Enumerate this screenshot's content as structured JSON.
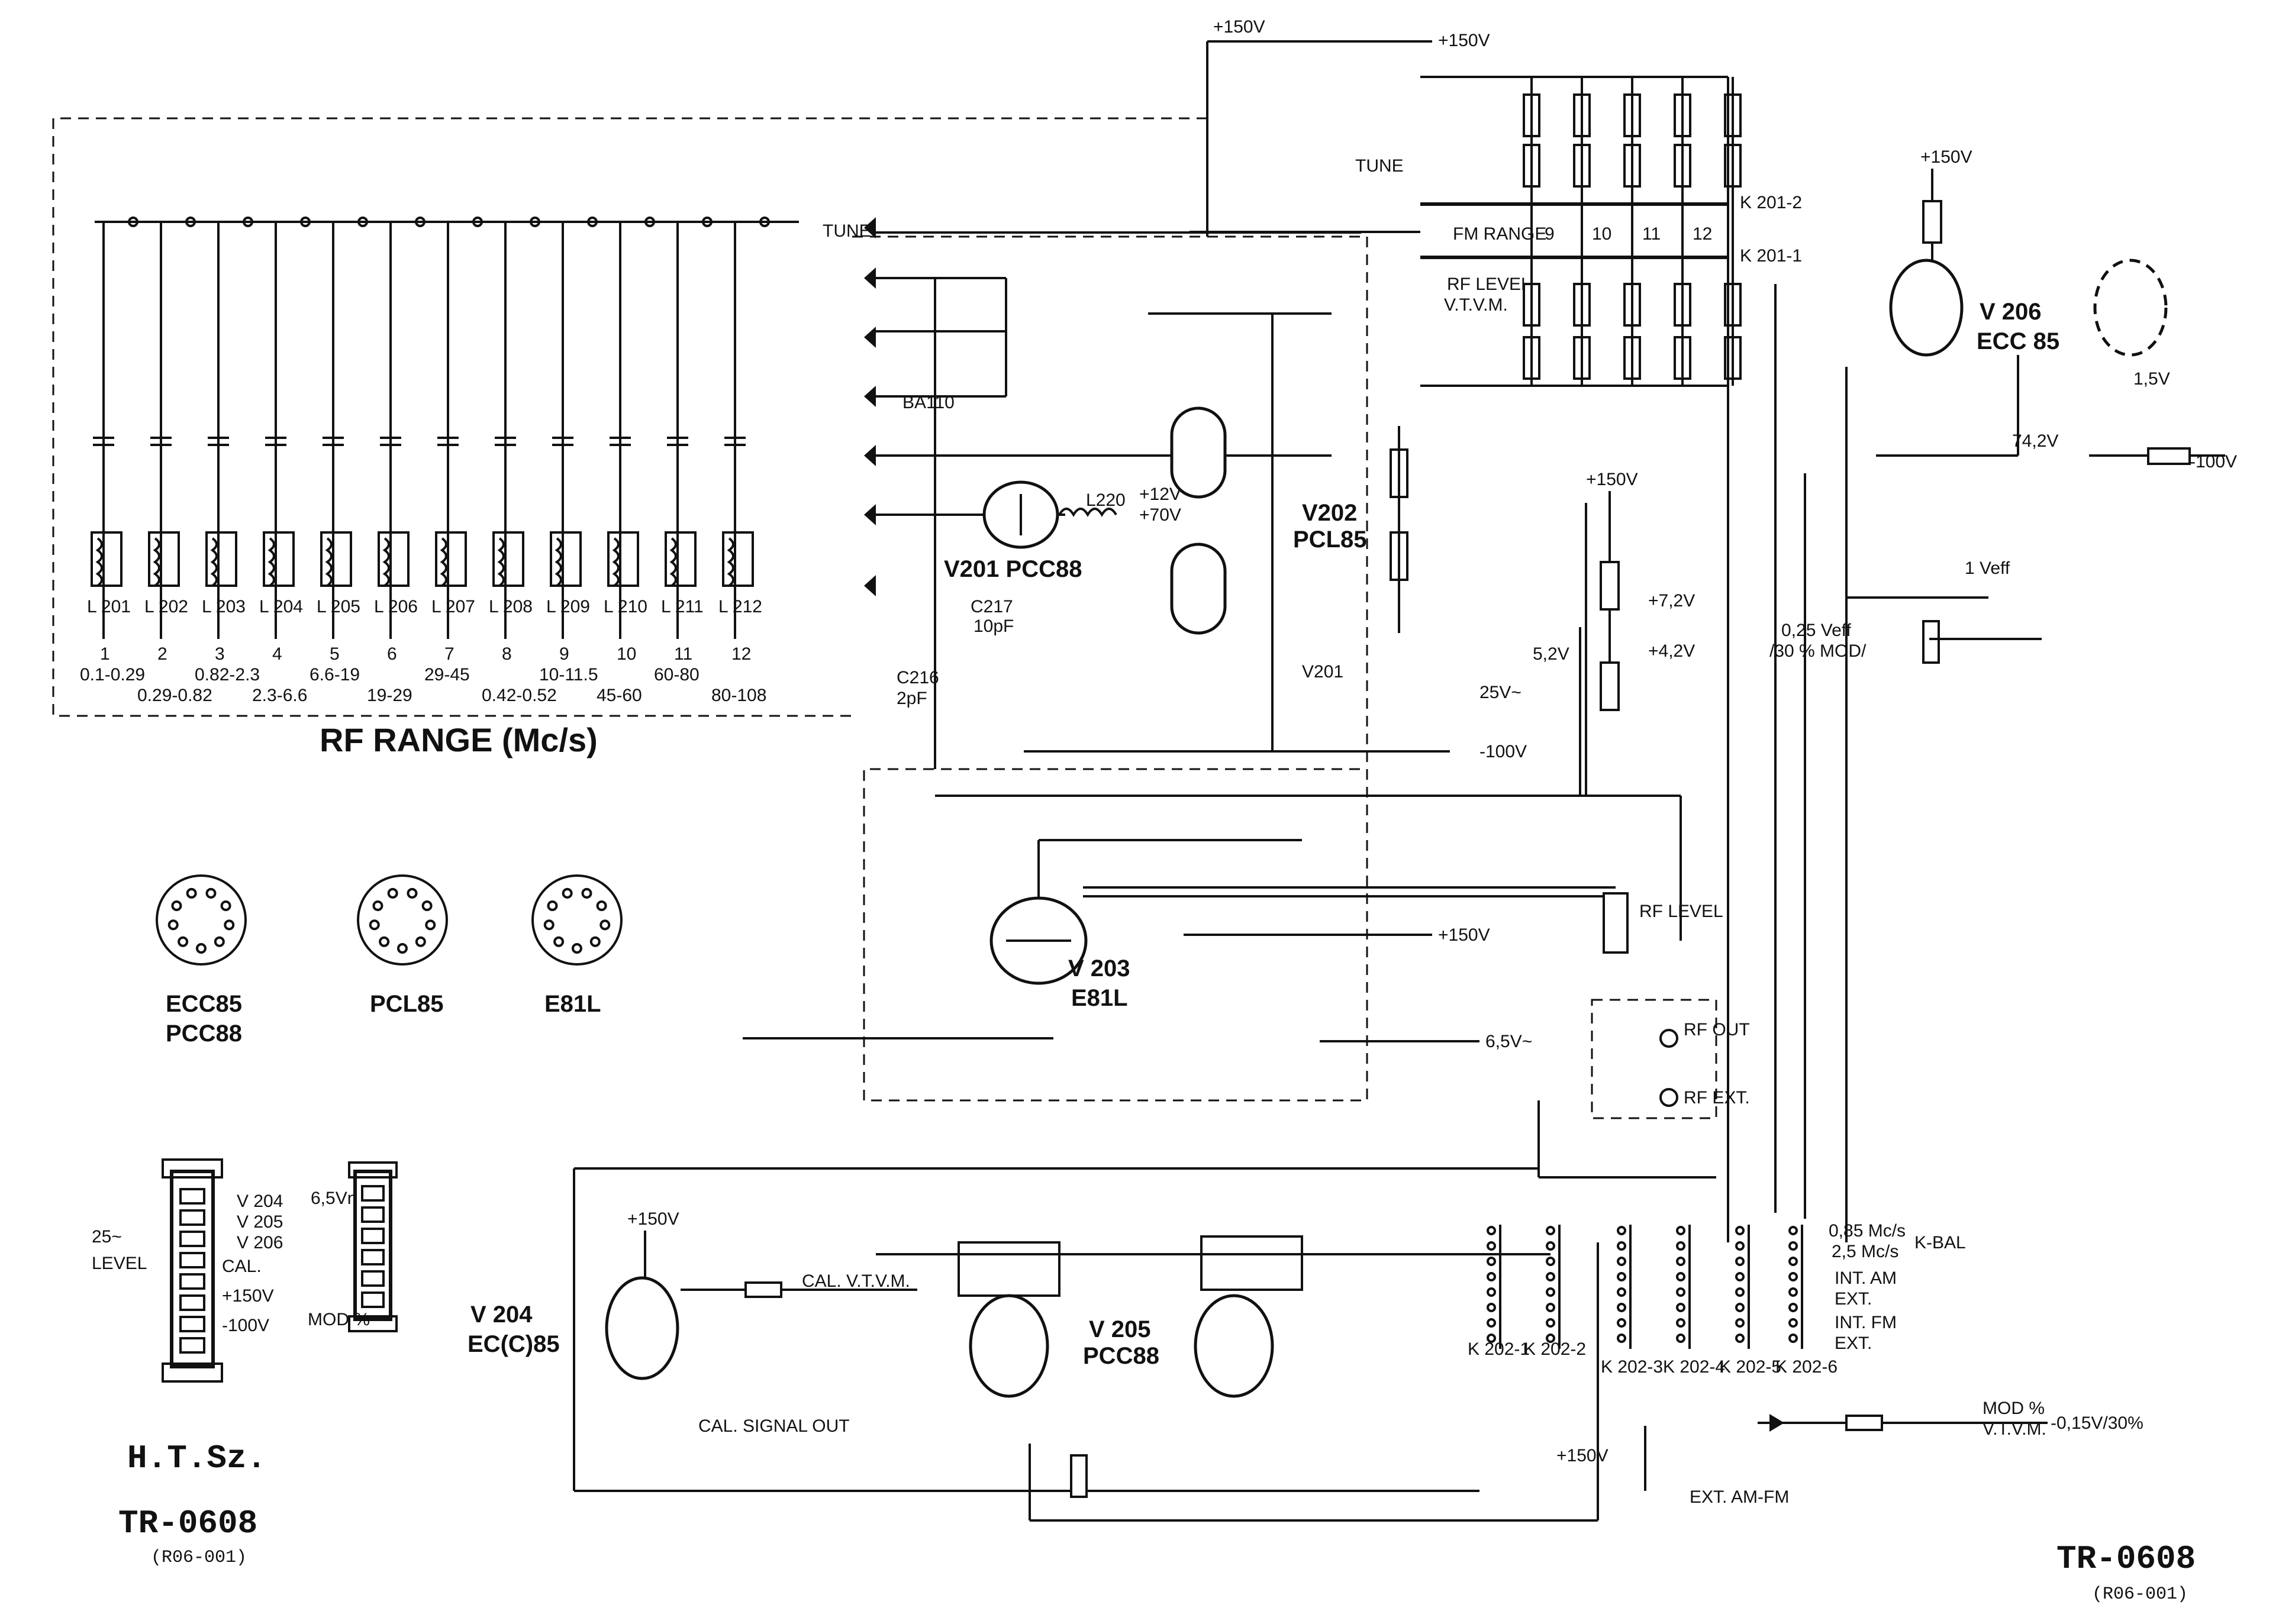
{
  "supply": {
    "hv_top": "+150V",
    "hv_v206": "+150V",
    "hv_v205_region": "+150V",
    "hv_mid": "+150V",
    "hv_bottom": "+150V",
    "hv_left": "+150V",
    "neg_100_a": "-100V",
    "neg_100_b": "-100V",
    "plus_v_v202": "+150V"
  },
  "tubes": {
    "v201": {
      "designator": "V201",
      "type": "PCC88"
    },
    "v202": {
      "designator": "V202",
      "type": "PCL85"
    },
    "v203": {
      "designator": "V 203",
      "type": "E81L"
    },
    "v204": {
      "designator": "V 204",
      "type": "EC(C)85"
    },
    "v205": {
      "designator": "V 205",
      "type": "PCC88"
    },
    "v206": {
      "designator": "V 206",
      "type": "ECC 85"
    }
  },
  "rf_range": {
    "title": "RF RANGE (Mc/s)",
    "bands": [
      {
        "num": "1",
        "range": "0.1-0.29",
        "coil": "L 201"
      },
      {
        "num": "2",
        "range": "0.29-0.82",
        "coil": "L 202"
      },
      {
        "num": "3",
        "range": "0.82-2.3",
        "coil": "L 203"
      },
      {
        "num": "4",
        "range": "2.3-6.6",
        "coil": "L 204"
      },
      {
        "num": "5",
        "range": "6.6-19",
        "coil": "L 205"
      },
      {
        "num": "6",
        "range": "19-29",
        "coil": "L 206"
      },
      {
        "num": "7",
        "range": "29-45",
        "coil": "L 207"
      },
      {
        "num": "8",
        "range": "0.42-0.52",
        "coil": "L 208"
      },
      {
        "num": "9",
        "range": "10-11.5",
        "coil": "L 209"
      },
      {
        "num": "10",
        "range": "45-60",
        "coil": "L 210"
      },
      {
        "num": "11",
        "range": "60-80",
        "coil": "L 211"
      },
      {
        "num": "12",
        "range": "80-108",
        "coil": "L 212"
      }
    ]
  },
  "pinouts": [
    {
      "line1": "ECC85",
      "line2": "PCC88"
    },
    {
      "line1": "PCL85",
      "line2": ""
    },
    {
      "line1": "E81L",
      "line2": ""
    }
  ],
  "labels": {
    "tune_left": "TUNE",
    "tune_top": "TUNE",
    "fm_range": "FM RANGE",
    "rf_level_top": "RF LEVEL",
    "vtvm_top": "V.T.V.M.",
    "rf_level_mid": "RF LEVEL",
    "rf_out": "RF OUT",
    "rf_ext": "RF EXT.",
    "cal_signal_out": "CAL. SIGNAL OUT",
    "cal_vtvm": "CAL. V.T.V.M.",
    "mod_pct": "MOD %",
    "vtvm_bottom": "V.T.V.M.",
    "ext_am_fm": "EXT. AM-FM",
    "int_am": "INT. AM",
    "ext_am": "EXT.",
    "int_fm": "INT. FM",
    "ext_fm": "EXT.",
    "freq_085": "0,85 Mc/s",
    "freq_25": "2,5 Mc/s",
    "k_bal": "K-BAL",
    "v_eff_1": "1 Veff",
    "v_eff_025": "0,25 Veff",
    "pct_30": "/30 % MOD/",
    "v_152": "1,5V",
    "v_742": "74,2V",
    "v_72": "+7,2V",
    "v_42": "+4,2V",
    "v_52": "5,2V",
    "v_12": "+12V",
    "v_70": "+70V",
    "l220": "L220",
    "c217": "C217",
    "c217_val": "10pF",
    "c216": "C216",
    "c216_val": "2pF",
    "ba110": "BA110",
    "v201_ref": "V201",
    "k201_2": "K 201-2",
    "k201_1": "K 201-1",
    "fm9": "9",
    "fm10": "10",
    "fm11": "11",
    "fm12": "12",
    "k202_1": "K 202-1",
    "k202_2": "K 202-2",
    "k202_3": "K 202-3",
    "k202_4": "K 202-4",
    "k202_5": "K 202-5",
    "k202_6": "K 202-6",
    "ht_left": "6,5Vn",
    "mod_out": "-0,15V/30%",
    "v_65": "6,5V~",
    "v_25": "25V~",
    "connector_left_1": "25~",
    "connector_left_2": "LEVEL",
    "connector_cal": "CAL.",
    "connector_150": "+150V",
    "connector_100": "-100V",
    "connector_right_1": "6,5Vn",
    "connector_right_mod": "MOD %",
    "v204_grp": "V 204",
    "v205_grp": "V 205",
    "v206_grp": "V 206"
  },
  "footer": {
    "hts": "H.T.Sz.",
    "model_left": "TR-0608",
    "code_left": "(R06-001)",
    "model_right": "TR-0608",
    "code_right": "(R06-001)"
  }
}
